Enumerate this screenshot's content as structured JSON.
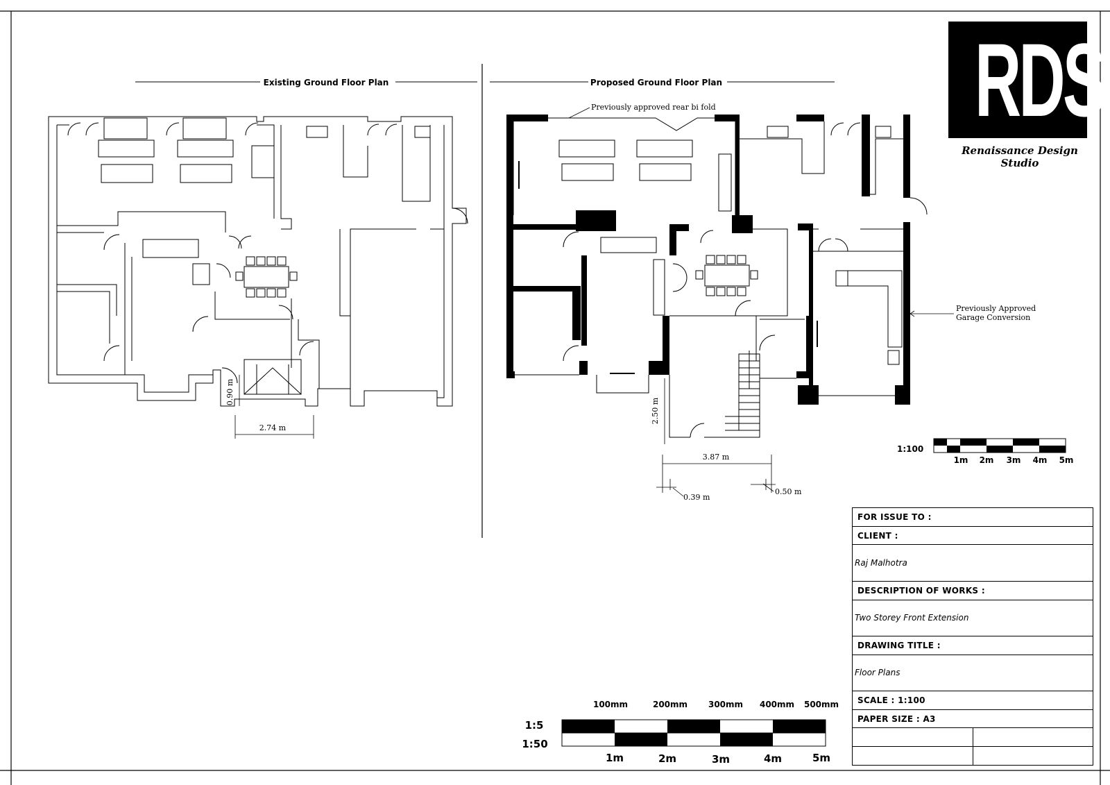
{
  "plans": {
    "existing_title": "Existing Ground Floor Plan",
    "proposed_title": "Proposed Ground Floor Plan"
  },
  "annotations": {
    "rear_bifold": "Previously approved rear bi fold",
    "garage_line1": "Previously Approved",
    "garage_line2": "Garage Conversion"
  },
  "dimensions": {
    "existing_height": "0.90 m",
    "existing_width": "2.74 m",
    "proposed_height": "2.50 m",
    "proposed_width": "3.87 m",
    "proposed_left_offset": "0.39 m",
    "proposed_right_offset": "0.50 m"
  },
  "scale_small": {
    "ratio": "1:100",
    "labels": [
      "1m",
      "2m",
      "3m",
      "4m",
      "5m"
    ]
  },
  "scale_large": {
    "ratio_top": "1:5",
    "ratio_bottom": "1:50",
    "top_labels": [
      "100mm",
      "200mm",
      "300mm",
      "400mm",
      "500mm"
    ],
    "bottom_labels": [
      "1m",
      "2m",
      "3m",
      "4m",
      "5m"
    ]
  },
  "logo": {
    "letters": "RDS",
    "company": "Renaissance Design Studio"
  },
  "title_block": {
    "for_issue_label": "FOR ISSUE TO :",
    "client_label": "CLIENT :",
    "client_value": "Raj Malhotra",
    "description_label": "DESCRIPTION OF WORKS :",
    "description_value": "Two Storey Front Extension",
    "drawing_title_label": "DRAWING TITLE :",
    "drawing_title_value": "Floor Plans",
    "scale_text": "SCALE : 1:100",
    "paper_size_text": "PAPER SIZE : A3"
  }
}
